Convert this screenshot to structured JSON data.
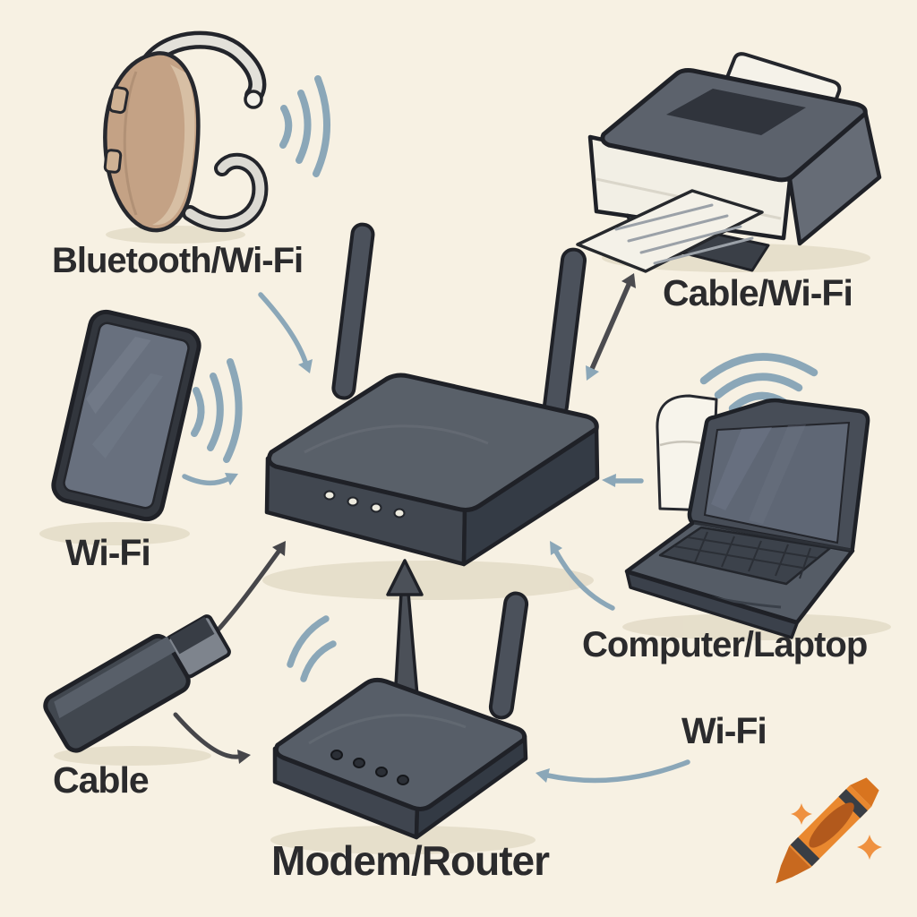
{
  "diagram": {
    "title": "Home network device connection illustration",
    "center_device": "wireless router",
    "labels": {
      "hearing_aid": "Bluetooth/Wi-Fi",
      "smartphone": "Wi-Fi",
      "printer": "Cable/Wi-Fi",
      "laptop": "Computer/Laptop",
      "usb_cable": "Cable",
      "modem": "Modem/Router",
      "modem_wifi": "Wi-Fi"
    },
    "devices": [
      {
        "id": "hearing-aid",
        "name": "hearing aid",
        "connection_label": "Bluetooth/Wi-Fi"
      },
      {
        "id": "smartphone",
        "name": "smartphone",
        "connection_label": "Wi-Fi"
      },
      {
        "id": "printer",
        "name": "printer",
        "connection_label": "Cable/Wi-Fi"
      },
      {
        "id": "laptop",
        "name": "laptop",
        "connection_label": "Computer/Laptop"
      },
      {
        "id": "usb-dongle",
        "name": "USB cable/dongle",
        "connection_label": "Cable"
      },
      {
        "id": "router",
        "name": "wireless router (center)",
        "connection_label": ""
      },
      {
        "id": "modem",
        "name": "modem/router",
        "connection_label": "Modem/Router"
      }
    ],
    "connections": [
      {
        "from": "hearing-aid",
        "to": "router",
        "type": "wireless",
        "arrow_color": "blue-gray"
      },
      {
        "from": "smartphone",
        "to": "router",
        "type": "wireless",
        "arrow_color": "blue-gray"
      },
      {
        "from": "printer",
        "to": "router",
        "type": "bidirectional",
        "arrow_color": "dark-gray"
      },
      {
        "from": "laptop",
        "to": "router",
        "type": "wireless",
        "arrow_color": "blue-gray"
      },
      {
        "from": "usb-dongle",
        "to": "router",
        "type": "cable",
        "arrow_color": "dark-gray"
      },
      {
        "from": "usb-dongle",
        "to": "modem",
        "type": "cable",
        "arrow_color": "dark-gray"
      },
      {
        "from": "modem",
        "to": "router",
        "type": "uplink",
        "arrow_color": "dark-gray"
      },
      {
        "from": "wifi-label",
        "to": "modem",
        "type": "wireless",
        "arrow_color": "blue-gray"
      }
    ],
    "icons": {
      "wifi_signal": "curved radio wave arcs",
      "crayon_logo": "orange crayon with sparkles"
    },
    "colors": {
      "background": "#f7f1e3",
      "device_gray": "#4d535d",
      "device_dark": "#3f454f",
      "outline": "#1f2127",
      "wireless_blue": "#8ba7b8",
      "arrow_dark": "#4a4a4e",
      "text": "#2b2b2d",
      "hearing_aid_tan": "#c4a285",
      "silver": "#e3e1da",
      "paper_white": "#f4f1e8",
      "crayon_orange": "#e9882f"
    }
  }
}
